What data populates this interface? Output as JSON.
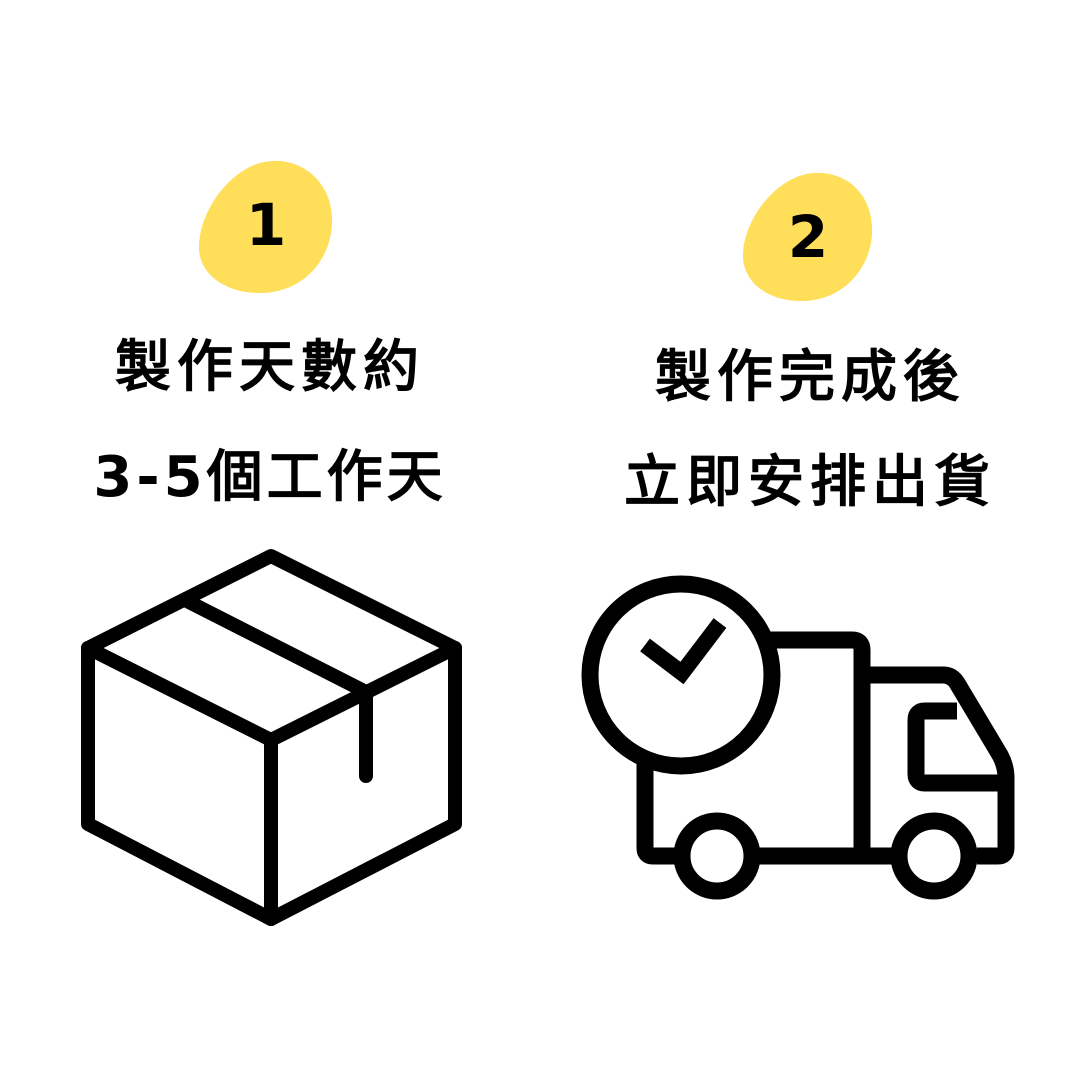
{
  "theme": {
    "background": "#ffffff",
    "accent_yellow": "#FFDE59",
    "ink": "#000000"
  },
  "steps": [
    {
      "number": "1",
      "line1": "製作天數約",
      "line2": "3-5個工作天",
      "icon": "package-box-icon"
    },
    {
      "number": "2",
      "line1": "製作完成後",
      "line2": "立即安排出貨",
      "icon": "delivery-truck-check-icon"
    }
  ]
}
